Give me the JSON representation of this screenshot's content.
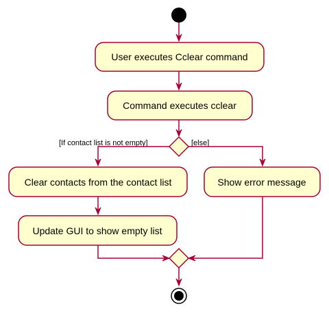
{
  "activities": {
    "user_executes": "User executes Cclear command",
    "command_executes": "Command executes cclear",
    "clear_contacts": "Clear contacts from the contact list",
    "update_gui": "Update GUI to show empty list",
    "show_error": "Show error message"
  },
  "guards": {
    "if_not_empty": "[If contact list is not empty]",
    "else": "[else]"
  },
  "colors": {
    "activity_fill": "#FEFECE",
    "border": "#A80036",
    "node": "#000000"
  }
}
